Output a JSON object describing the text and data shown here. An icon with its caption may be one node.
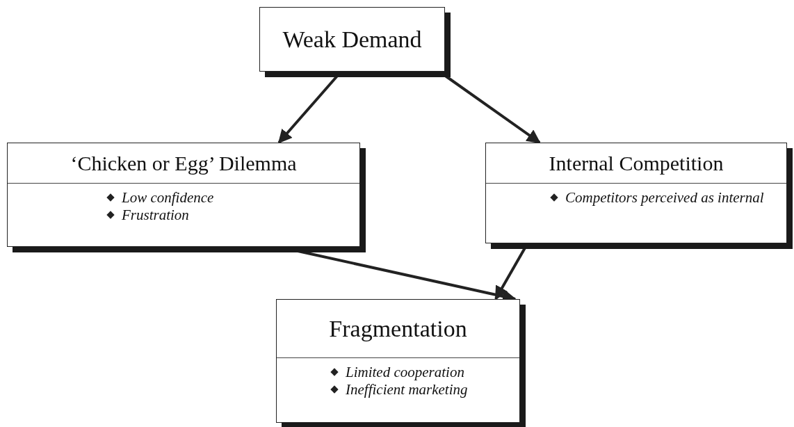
{
  "diagram": {
    "nodes": [
      {
        "text": [
          "Weak Demand"
        ]
      },
      {
        "text": [
          "‘Chicken or Egg’ Dilemma",
          "Low confidence",
          "Frustration"
        ]
      },
      {
        "text": [
          "Internal Competition",
          "Competitors perceived as internal"
        ]
      },
      {
        "text": [
          "Fragmentation",
          "Limited cooperation",
          "Inefficient marketing"
        ]
      }
    ],
    "edges": [
      {
        "from": 0,
        "to": 1,
        "arrow": "to"
      },
      {
        "from": 0,
        "to": 2,
        "arrow": "to"
      },
      {
        "from": 1,
        "to": 3,
        "arrow": "to"
      },
      {
        "from": 2,
        "to": 3,
        "arrow": "to"
      }
    ]
  }
}
